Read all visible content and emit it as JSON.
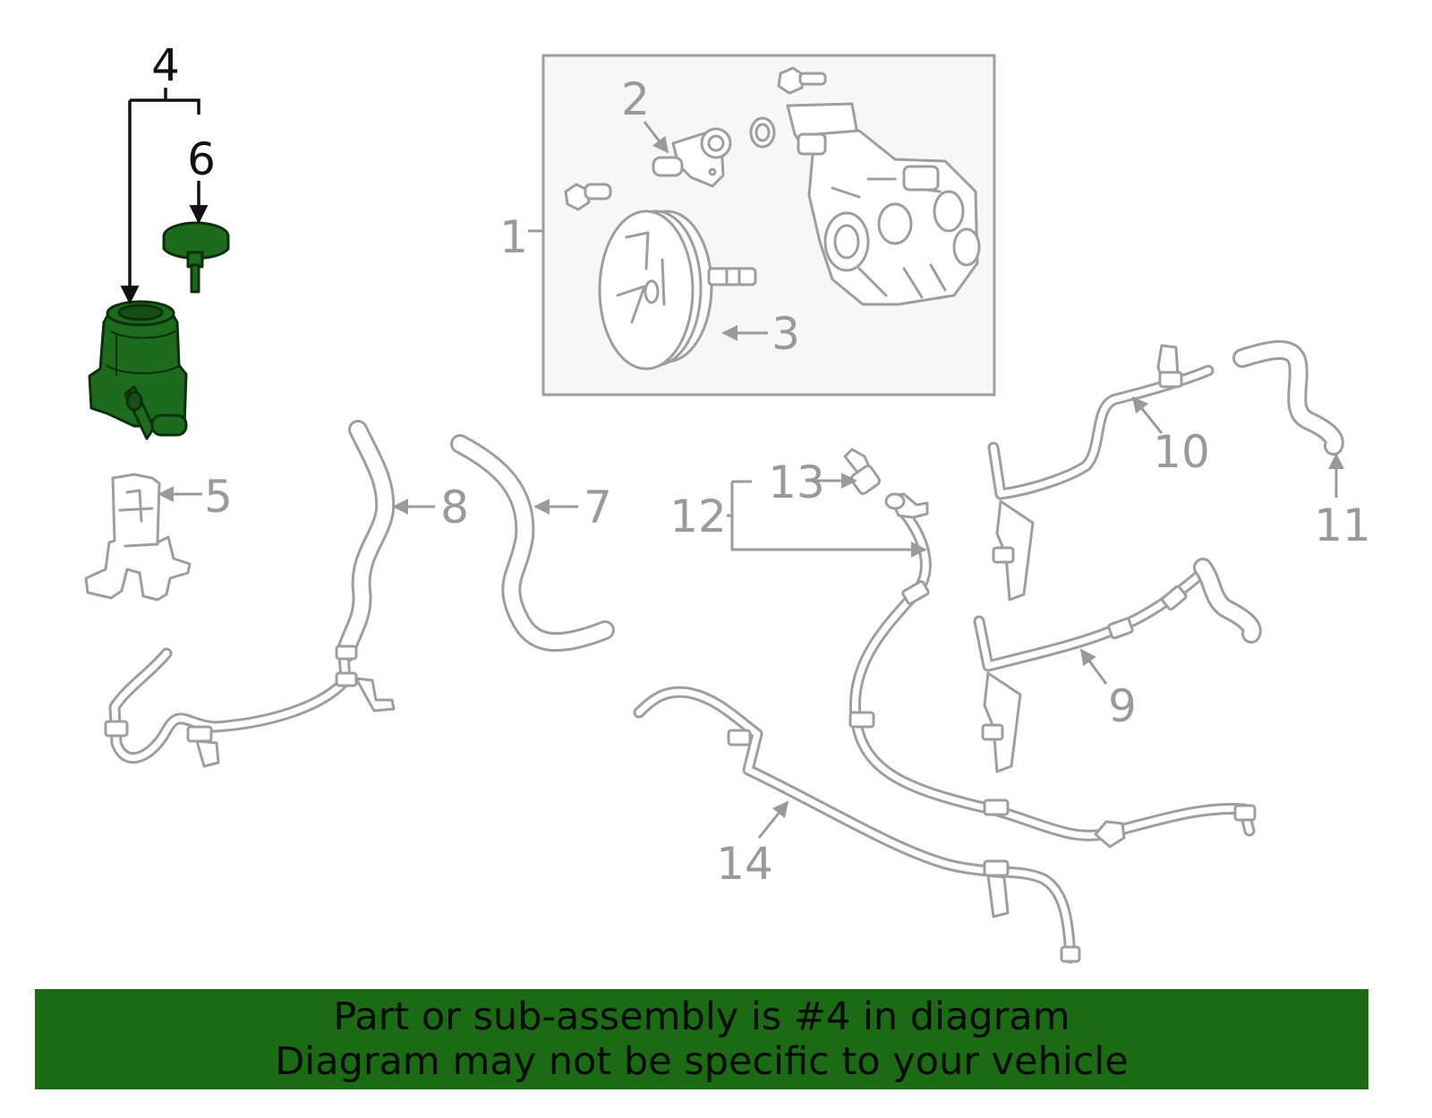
{
  "callouts": {
    "c1": "1",
    "c2": "2",
    "c3": "3",
    "c4": "4",
    "c5": "5",
    "c6": "6",
    "c7": "7",
    "c8": "8",
    "c9": "9",
    "c10": "10",
    "c11": "11",
    "c12": "12",
    "c13": "13",
    "c14": "14"
  },
  "highlight_color": "#1b6b14",
  "banner": {
    "line1": "Part or sub-assembly is #4 in diagram",
    "line2": "Diagram may not be specific to your vehicle"
  }
}
